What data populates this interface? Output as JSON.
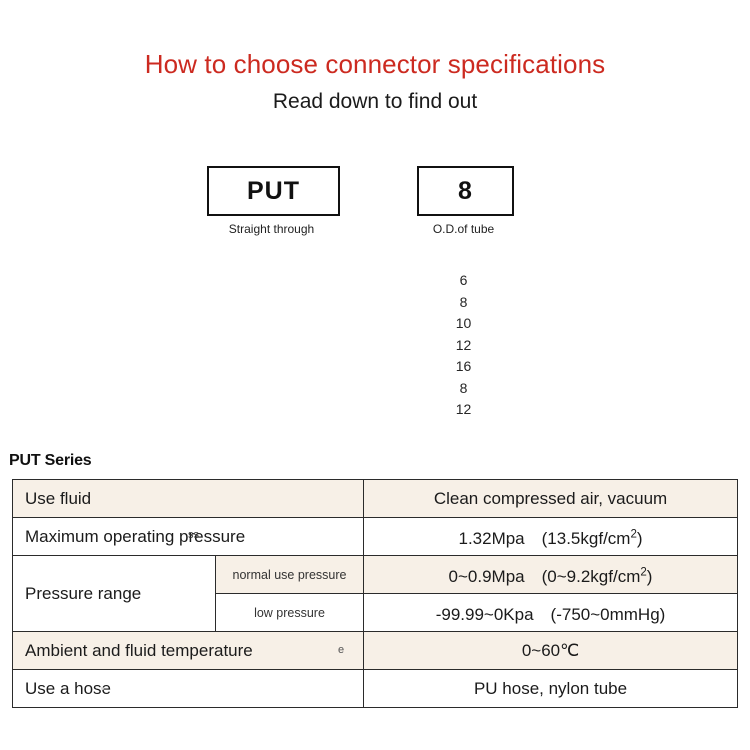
{
  "header": {
    "title": "How to choose connector specifications",
    "subtitle": "Read down to find out",
    "title_color": "#cc2a20"
  },
  "selector": {
    "series_box": {
      "code": "PUT",
      "caption": "Straight through"
    },
    "size_box": {
      "code": "8",
      "caption": "O.D.of tube"
    },
    "size_options": [
      "6",
      "8",
      "10",
      "12",
      "16",
      "8",
      "12"
    ]
  },
  "spec": {
    "heading": "PUT Series",
    "row_beige_color": "#f7f0e7",
    "rows": [
      {
        "label": "Use fluid",
        "value": "Clean compressed air, vacuum",
        "artifact": ""
      },
      {
        "label": "Maximum operating pressure",
        "value_main": "1.32Mpa　(13.5kgf/cm",
        "value_sup": "2",
        "value_tail": ")",
        "artifact": "ss"
      },
      {
        "label": "Pressure range",
        "sub_rows": [
          {
            "sublabel": "normal use pressure",
            "value_main": "0~0.9Mpa　(0~9.2kgf/cm",
            "value_sup": "2",
            "value_tail": ")"
          },
          {
            "sublabel": "low pressure",
            "value_main": "-99.99~0Kpa　(-750~0mmHg)",
            "value_sup": "",
            "value_tail": ""
          }
        ]
      },
      {
        "label": "Ambient and fluid temperature",
        "value": "0~60℃",
        "artifact": "e"
      },
      {
        "label": "Use a hose",
        "value": "PU hose, nylon tube",
        "artifact": ""
      }
    ]
  }
}
